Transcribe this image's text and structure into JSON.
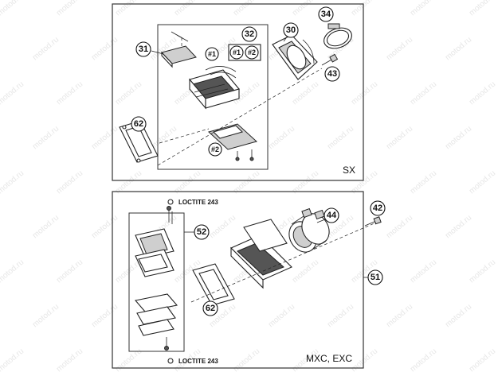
{
  "watermark": "motod.ru",
  "panels": {
    "top": {
      "label": "SX",
      "callouts": {
        "c31": "31",
        "c32": "32",
        "c30": "30",
        "c34": "34",
        "c43": "43",
        "c62": "62",
        "m1a": "#1",
        "m1b": "#1",
        "m2a": "#2",
        "m2b": "#2"
      }
    },
    "bottom": {
      "label": "MXC, EXC",
      "notes": {
        "loctite_top": "LOCTITE 243",
        "loctite_bottom": "LOCTITE 243"
      },
      "callouts": {
        "c52": "52",
        "c44": "44",
        "c42": "42",
        "c51": "51",
        "c62": "62"
      }
    }
  }
}
